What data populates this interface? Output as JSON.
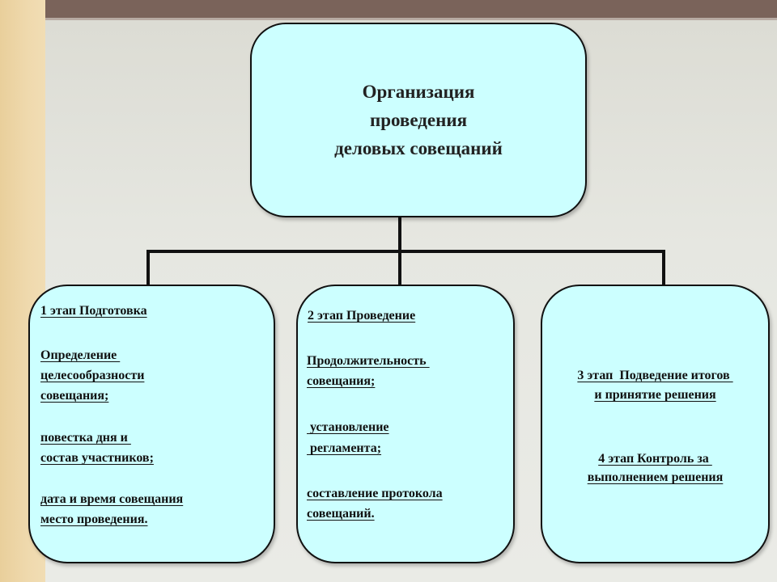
{
  "title": {
    "line1": "Организация",
    "line2": "проведения",
    "line3": "деловых совещаний"
  },
  "stage1": {
    "heading": "1 этап Подготовка",
    "items": [
      [
        "Определение ",
        "целесообразности",
        "совещания;"
      ],
      [
        "повестка дня и ",
        "состав участников;"
      ],
      [
        "дата и время совещания",
        "место проведения."
      ]
    ]
  },
  "stage2": {
    "heading": "2 этап Проведение",
    "items": [
      [
        "Продолжительность ",
        "совещания;"
      ],
      [
        " установление",
        " регламента;"
      ],
      [
        "составление протокола",
        "совещаний."
      ]
    ]
  },
  "stage3": {
    "heading_lines": [
      "3 этап  Подведение итогов ",
      "и принятие решения"
    ]
  },
  "stage4": {
    "heading_lines": [
      "4 этап Контроль за ",
      "выполнением решения"
    ]
  }
}
